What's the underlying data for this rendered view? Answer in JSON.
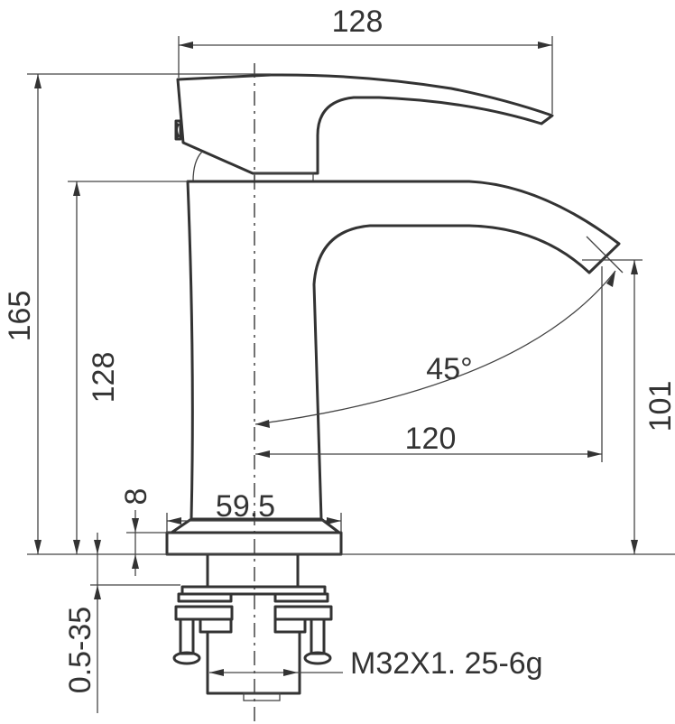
{
  "title": "Basin faucet dimension drawing",
  "dimensions": {
    "overall_width": "128",
    "overall_height": "165",
    "body_height": "128",
    "spout_height": "101",
    "spout_reach": "120",
    "handle_angle": "45°",
    "base_diameter": "59.5",
    "base_thickness": "8",
    "deck_thickness_range": "0.5-35",
    "thread_spec": "M32X1. 25-6g"
  },
  "colors": {
    "line": "#333333",
    "background": "#ffffff"
  }
}
